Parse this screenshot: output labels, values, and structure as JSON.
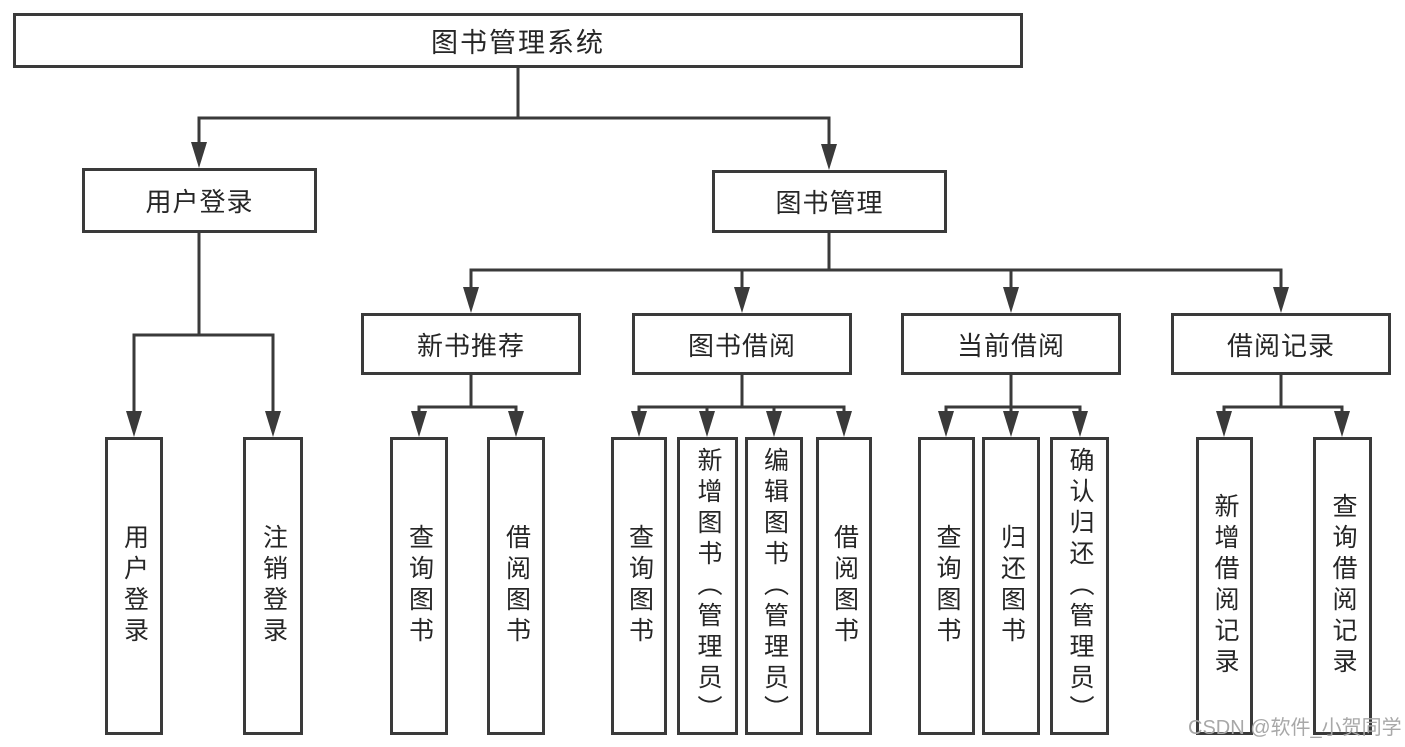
{
  "diagram": {
    "root": {
      "label": "图书管理系统"
    },
    "branches": [
      {
        "label": "用户登录",
        "leaves": [
          "用户登录",
          "注销登录"
        ]
      },
      {
        "label": "图书管理",
        "groups": [
          {
            "label": "新书推荐",
            "leaves": [
              "查询图书",
              "借阅图书"
            ]
          },
          {
            "label": "图书借阅",
            "leaves": [
              "查询图书",
              "新增图书（管理员）",
              "编辑图书（管理员）",
              "借阅图书"
            ]
          },
          {
            "label": "当前借阅",
            "leaves": [
              "查询图书",
              "归还图书",
              "确认归还（管理员）"
            ]
          },
          {
            "label": "借阅记录",
            "leaves": [
              "新增借阅记录",
              "查询借阅记录"
            ]
          }
        ]
      }
    ]
  },
  "watermark": {
    "text": "CSDN @软件_小贺同学"
  },
  "colors": {
    "line": "#3a3a3a",
    "text": "#262626",
    "watermark": "#a8a8a8",
    "background": "#ffffff"
  }
}
